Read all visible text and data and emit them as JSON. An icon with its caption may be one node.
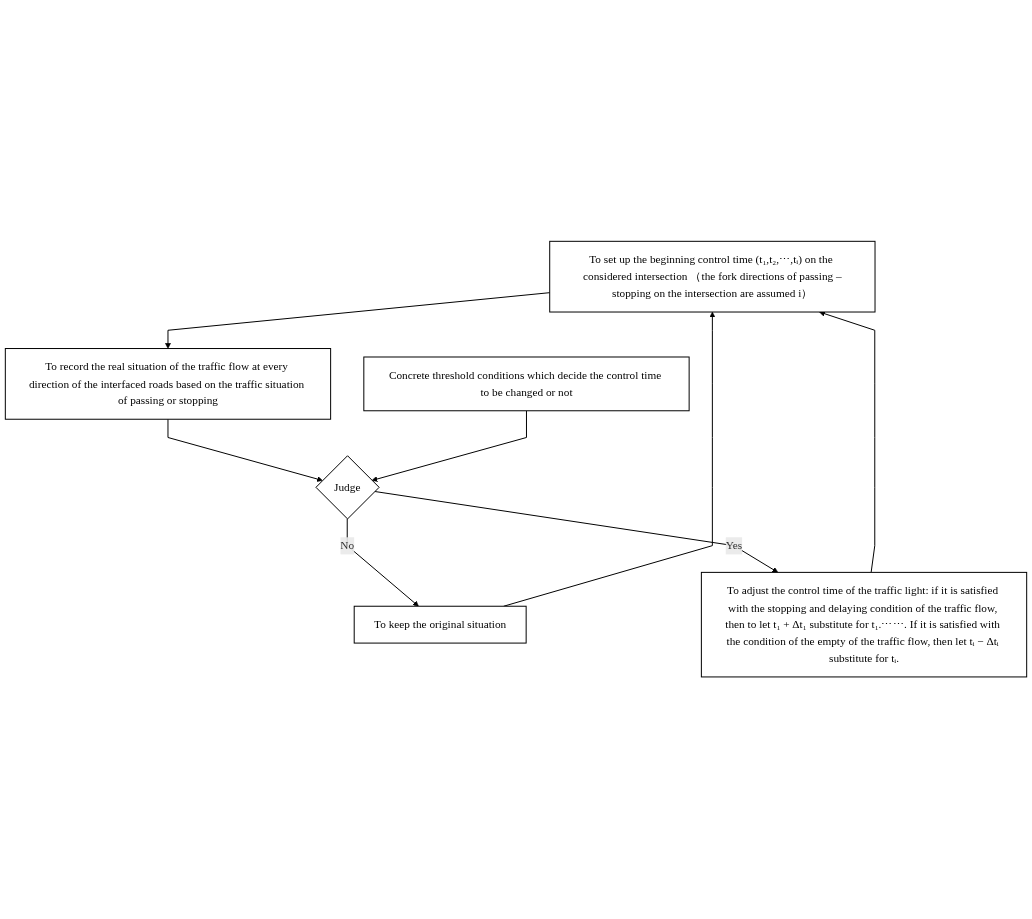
{
  "diagram": {
    "nodes": [
      {
        "text": [
          "To set up the beginning control time (t₁,t₂,⋯,tᵢ) on the considered intersection （the fork directions of passing –stopping on the intersection are assumed i）"
        ]
      },
      {
        "text": [
          "To record the real situation of the traffic flow at every direction of the interfaced roads based on the traffic situation of passing or stopping"
        ]
      },
      {
        "text": [
          "Judge"
        ]
      },
      {
        "text": [
          "Concrete threshold conditions which decide the control time to be changed or not"
        ]
      },
      {
        "text": [
          "To keep the original situation"
        ]
      },
      {
        "text": [
          "To adjust the control time of the traffic light: if it is satisfied with the stopping and delaying condition of the traffic flow, then to let t₁ + Δt₁ substitute for t₁.⋯⋯. If it is satisfied with the condition of the empty of the traffic flow, then let tᵢ − Δtᵢ substitute for tᵢ."
        ]
      }
    ],
    "edges": [
      {
        "from": 0,
        "to": 1,
        "arrow": "to"
      },
      {
        "from": 1,
        "to": 2,
        "arrow": "to"
      },
      {
        "from": 3,
        "to": 2,
        "arrow": "to"
      },
      {
        "from": 2,
        "to": 4,
        "label": "No",
        "arrow": "to"
      },
      {
        "from": 2,
        "to": 5,
        "label": "Yes",
        "arrow": "to"
      },
      {
        "from": 4,
        "to": 0,
        "arrow": "to"
      },
      {
        "from": 5,
        "to": 0,
        "arrow": "to"
      }
    ]
  }
}
